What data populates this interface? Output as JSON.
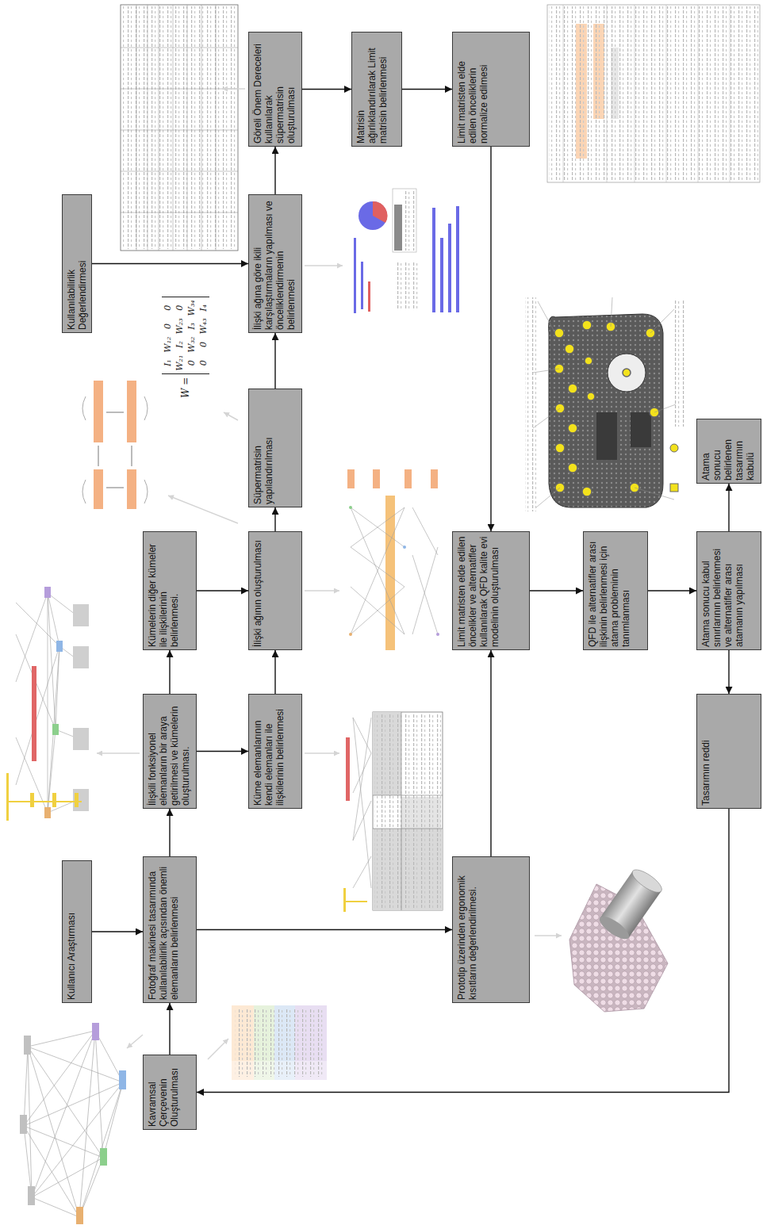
{
  "diagram": {
    "nodes": [
      {
        "text": [
          "Kullanıcı Araştırması"
        ]
      },
      {
        "text": [
          "Kavramsal Çerçevenin Oluşturulması"
        ]
      },
      {
        "text": [
          "Fotoğraf makinesi tasarımında kullanılabilirlik açısından önemli elemanların belirlenmesi"
        ]
      },
      {
        "text": [
          "İlişkili fonksiyonel elemanların bir araya getirilmesi ve kümelerin oluşturulması."
        ]
      },
      {
        "text": [
          "Kümelerin diğer kümeler ile ilişkilerinin belirlenmesi."
        ]
      },
      {
        "text": [
          "Küme elemanlarının kendi elemanları ile ilişkilerinin belirlenmesi"
        ]
      },
      {
        "text": [
          "İlişki ağının oluşturulması"
        ]
      },
      {
        "text": [
          "Süpermatrisin yapılandırılması"
        ]
      },
      {
        "text": [
          "İlişki ağına göre ikili karşılaştırmaların yapılması ve önceliklendirmenin belirlenmesi"
        ]
      },
      {
        "text": [
          "Kullanılabilirlik Değerlendirmesi"
        ]
      },
      {
        "text": [
          "Göreli Önem Dereceleri kullanılarak süpermatrisin oluşturulması"
        ]
      },
      {
        "text": [
          "Matrisin ağırlıklandırılarak Limit matrisin belirlenmesi"
        ]
      },
      {
        "text": [
          "Limit matristen elde edilen önceliklerin normalize edilmesi"
        ]
      },
      {
        "text": [
          "Prototip üzerinden ergonomik kısıtların değerlendirilmesi."
        ]
      },
      {
        "text": [
          "Limit matristen elde edilen öncelikler ve alternatifler kullanılarak QFD kalite evi modelinin oluşturulması"
        ]
      },
      {
        "text": [
          "QFD ile alternatifler arası ilişkinin belirlenmesi için atama probleminin tanımlanması"
        ]
      },
      {
        "text": [
          "Atama sonucu kabul sınırlarının belirlenmesi ve alternatifler arası atamanın yapılması"
        ]
      },
      {
        "text": [
          "Atama sonucu belirlenen tasarımın kabulü"
        ]
      },
      {
        "text": [
          "Tasarımın reddi"
        ]
      }
    ],
    "edges": [
      {
        "from": 0,
        "to": 2,
        "arrow": "to"
      },
      {
        "from": 1,
        "to": 2,
        "arrow": "to"
      },
      {
        "from": 2,
        "to": 3,
        "arrow": "to"
      },
      {
        "from": 2,
        "to": 13,
        "arrow": "to"
      },
      {
        "from": 3,
        "to": 4,
        "arrow": "to"
      },
      {
        "from": 3,
        "to": 5,
        "arrow": "to"
      },
      {
        "from": 4,
        "to": 6,
        "arrow": "to"
      },
      {
        "from": 5,
        "to": 6,
        "arrow": "to"
      },
      {
        "from": 6,
        "to": 7,
        "arrow": "to"
      },
      {
        "from": 7,
        "to": 8,
        "arrow": "to"
      },
      {
        "from": 9,
        "to": 8,
        "arrow": "to"
      },
      {
        "from": 8,
        "to": 10,
        "arrow": "to"
      },
      {
        "from": 10,
        "to": 11,
        "arrow": "to"
      },
      {
        "from": 11,
        "to": 12,
        "arrow": "to"
      },
      {
        "from": 12,
        "to": 14,
        "arrow": "to"
      },
      {
        "from": 13,
        "to": 14,
        "arrow": "to"
      },
      {
        "from": 14,
        "to": 15,
        "arrow": "to"
      },
      {
        "from": 15,
        "to": 16,
        "arrow": "to"
      },
      {
        "from": 16,
        "to": 17,
        "arrow": "to"
      },
      {
        "from": 16,
        "to": 18,
        "arrow": "to"
      },
      {
        "from": 18,
        "to": 1,
        "arrow": "to"
      }
    ],
    "labels": [
      "W =",
      "I₁",
      "W₁₂",
      "0",
      "0",
      "W₂₁",
      "I₂",
      "W₂₃",
      "0",
      "0",
      "W₃₂",
      "I₃",
      "W₃₄",
      "0",
      "0",
      "W₄₃",
      "I₄"
    ]
  }
}
